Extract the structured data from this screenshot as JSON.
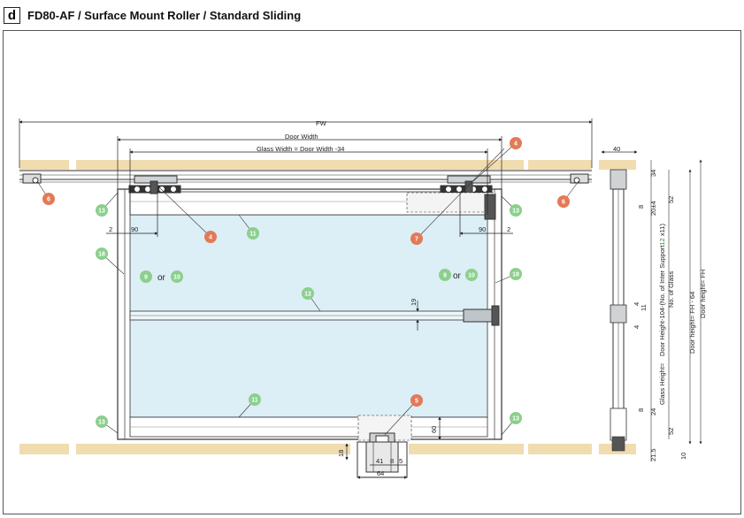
{
  "header": {
    "badge": "d",
    "title": "FD80-AF / Surface Mount Roller / Standard Sliding"
  },
  "colors": {
    "wall": "#f1dcb0",
    "glass": "#dceef6",
    "green_callout": "#8ccf8e",
    "orange_callout": "#e37a57",
    "line": "#333333"
  },
  "dimensions": {
    "fw": "FW",
    "door_width": "Door Width",
    "glass_width": "Glass Width = Door Width -34",
    "left_2": "2",
    "left_90": "90",
    "right_90": "90",
    "right_2": "2",
    "mid_19": "19",
    "bottom_60": "60",
    "bottom_18": "18",
    "bottom_41": "41",
    "bottom_8": "8",
    "bottom_5": "5",
    "bottom_64": "64",
    "side_40": "40",
    "side_34": "34",
    "side_52_top": "52",
    "side_8_top": "8",
    "side_20": "20±4",
    "side_4a": "4",
    "side_11": "11",
    "side_4b": "4",
    "side_8_bot": "8",
    "side_24": "24",
    "side_52_bot": "52",
    "side_21_5": "21.5",
    "side_10": "10"
  },
  "vertical_labels": {
    "inter_support": "Door Height-104-(No. of Inter Support",
    "inter_support_num": "12",
    "inter_support_tail": " x11)",
    "no_glass": "No. of Glass",
    "glass_height": "Glass Height=",
    "door_fh64": "Door height= FH - 64",
    "door_fh": "Door height= FH"
  },
  "or_labels": {
    "left": "or",
    "right": "or"
  },
  "callouts": {
    "c6_left": "6",
    "c6_right": "6",
    "c4_left": "4",
    "c4_right": "4",
    "c11_top": "11",
    "c11_bottom": "11",
    "c7": "7",
    "c5": "5",
    "c13_tl": "13",
    "c13_tr": "13",
    "c13_bl": "13",
    "c13_br": "13",
    "c18_left": "18",
    "c18_right": "18",
    "c9_left": "9",
    "c10_left": "10",
    "c9_right": "9",
    "c10_right": "10",
    "c12": "12"
  }
}
